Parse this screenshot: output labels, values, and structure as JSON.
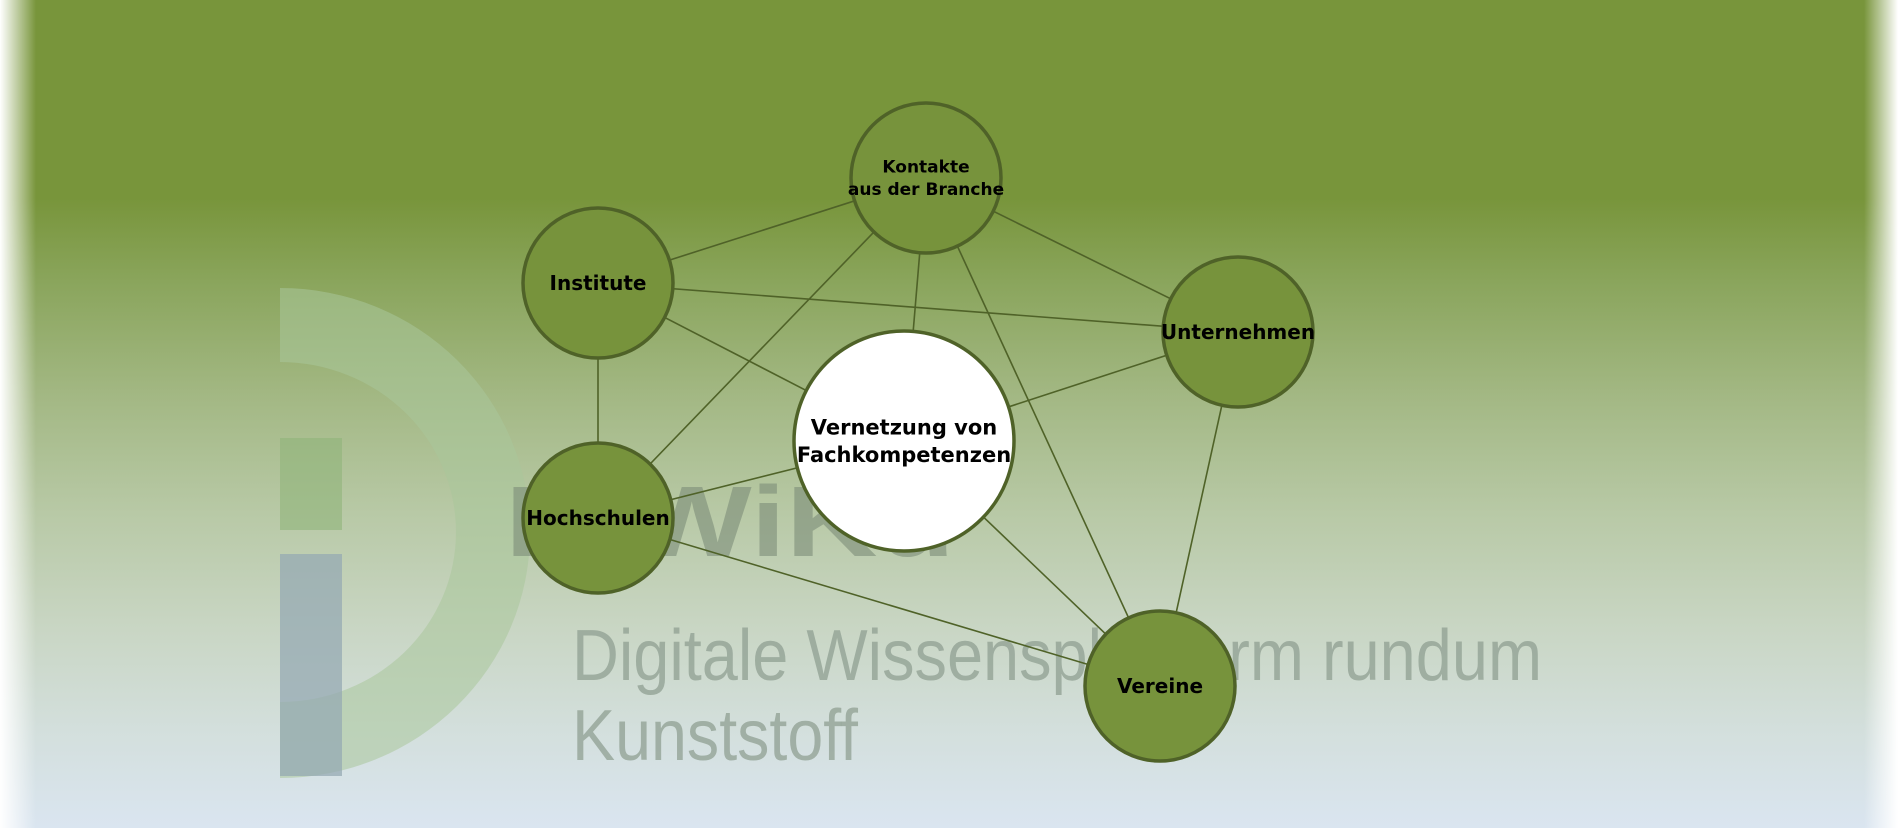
{
  "diagram": {
    "center": {
      "id": "center",
      "lines": [
        "Vernetzung von",
        "Fachkompetenzen"
      ]
    },
    "nodes": [
      {
        "id": "kontakte",
        "lines": [
          "Kontakte",
          "aus der Branche"
        ]
      },
      {
        "id": "institute",
        "lines": [
          "Institute"
        ]
      },
      {
        "id": "unternehmen",
        "lines": [
          "Unternehmen"
        ]
      },
      {
        "id": "hochschulen",
        "lines": [
          "Hochschulen"
        ]
      },
      {
        "id": "vereine",
        "lines": [
          "Vereine"
        ]
      }
    ],
    "edges": [
      [
        "kontakte",
        "institute"
      ],
      [
        "kontakte",
        "unternehmen"
      ],
      [
        "kontakte",
        "center"
      ],
      [
        "kontakte",
        "hochschulen"
      ],
      [
        "kontakte",
        "vereine"
      ],
      [
        "institute",
        "unternehmen"
      ],
      [
        "institute",
        "center"
      ],
      [
        "institute",
        "hochschulen"
      ],
      [
        "unternehmen",
        "center"
      ],
      [
        "unternehmen",
        "vereine"
      ],
      [
        "hochschulen",
        "center"
      ],
      [
        "hochschulen",
        "vereine"
      ],
      [
        "center",
        "vereine"
      ]
    ]
  },
  "watermark": {
    "brand": "DiWiKu",
    "tagline_line1": "Digitale Wissensplattform rundum",
    "tagline_line2": "Kunststoff"
  },
  "colors": {
    "node_fill": "#77933c",
    "node_stroke": "#4f6228",
    "center_fill": "#ffffff",
    "edge": "#4f6228"
  }
}
